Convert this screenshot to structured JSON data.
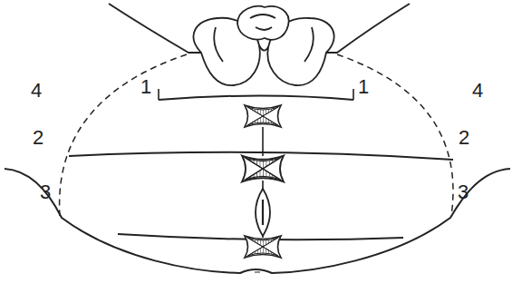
{
  "diagram": {
    "labels": [
      "1",
      "1",
      "4",
      "4",
      "2",
      "2",
      "3",
      "3"
    ]
  }
}
